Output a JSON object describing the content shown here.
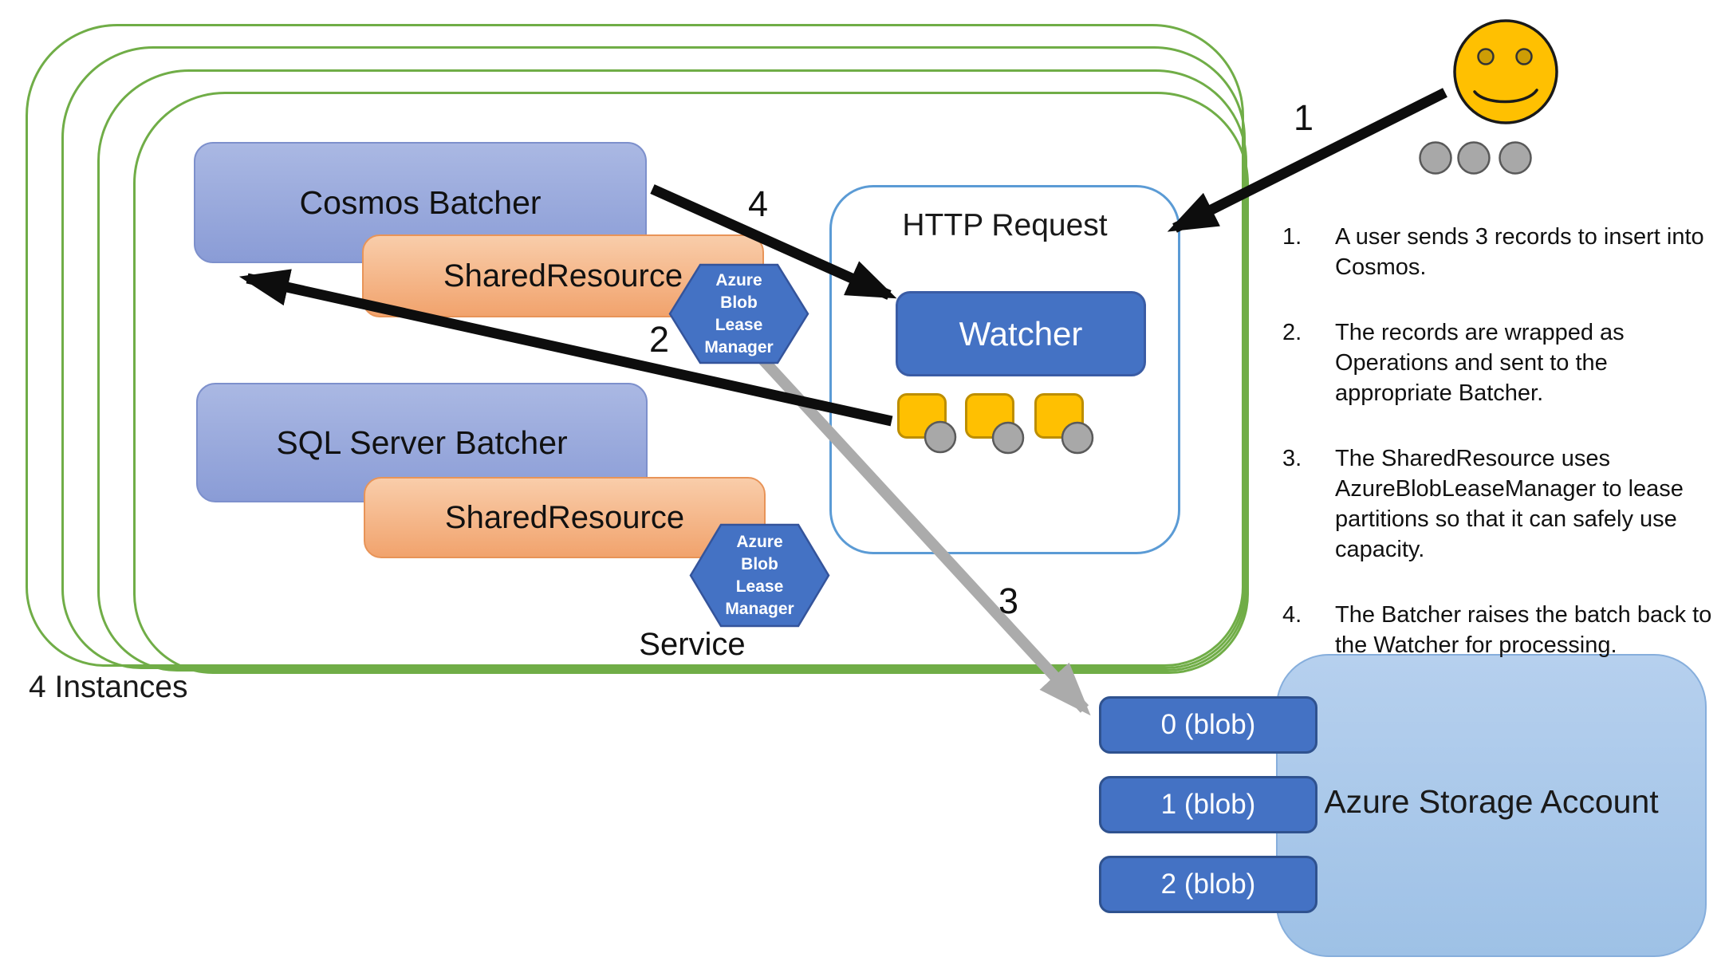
{
  "diagram": {
    "instances_label": "4 Instances",
    "service_label": "Service",
    "cosmos_batcher": "Cosmos Batcher",
    "sql_server_batcher": "SQL Server Batcher",
    "shared_resource": "SharedResource",
    "hexagon_lines": [
      "Azure",
      "Blob",
      "Lease",
      "Manager"
    ],
    "http_request": "HTTP Request",
    "watcher": "Watcher",
    "storage_account": "Azure Storage Account",
    "blobs": [
      "0 (blob)",
      "1 (blob)",
      "2 (blob)"
    ],
    "arrow_labels": [
      "1",
      "2",
      "3",
      "4"
    ],
    "steps": [
      {
        "num": "1.",
        "text": "A user sends 3 records to insert into\nCosmos."
      },
      {
        "num": "2.",
        "text": "The records are wrapped as\nOperations and sent to the\nappropriate Batcher."
      },
      {
        "num": "3.",
        "text": "The SharedResource uses\nAzureBlobLeaseManager to lease\npartitions so that it can safely use\ncapacity."
      },
      {
        "num": "4.",
        "text": "The Batcher raises the batch back to\nthe Watcher for processing."
      }
    ],
    "colors": {
      "instance_outline": "#70AD47",
      "batcher_fill": "#8FAADC",
      "shared_resource_fill": "#F4B183",
      "node_blue": "#4472C4",
      "http_border": "#5B9BD5",
      "storage_fill": "#A7C8EA",
      "record_yellow": "#FFC001",
      "record_gray": "#A8A8A8",
      "arrow_black": "#0d0d0d",
      "arrow_gray": "#ABABAB"
    }
  }
}
